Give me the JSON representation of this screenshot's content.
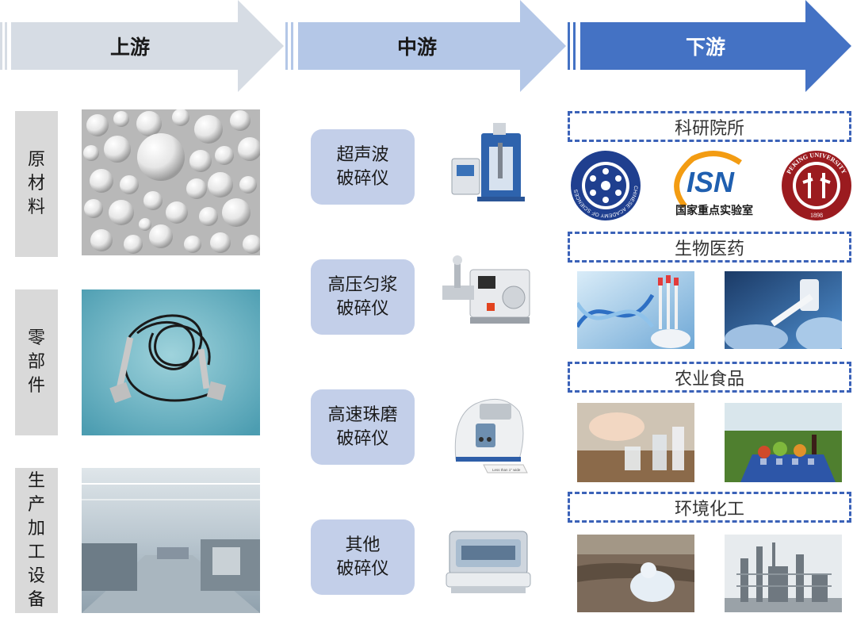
{
  "header": {
    "upstream": "上游",
    "midstream": "中游",
    "downstream": "下游"
  },
  "upstream": {
    "categories": [
      {
        "label_chars": [
          "原",
          "材",
          "料"
        ],
        "image": "ceramic-beads-photo"
      },
      {
        "label_chars": [
          "零",
          "部",
          "件"
        ],
        "image": "ultrasonic-probe-photo"
      },
      {
        "label_chars": [
          "生",
          "产",
          "加",
          "工",
          "设",
          "备"
        ],
        "image": "factory-floor-photo"
      }
    ]
  },
  "midstream": {
    "devices": [
      {
        "line1": "超声波",
        "line2": "破碎仪",
        "image": "ultrasonic-homogenizer-photo"
      },
      {
        "line1": "高压匀浆",
        "line2": "破碎仪",
        "image": "high-pressure-homogenizer-photo"
      },
      {
        "line1": "高速珠磨",
        "line2": "破碎仪",
        "image": "bead-mill-photo"
      },
      {
        "line1": "其他",
        "line2": "破碎仪",
        "image": "other-disruptor-photo"
      }
    ],
    "bead_mill_caption": "Less than 1\" wide"
  },
  "downstream": {
    "sectors": [
      {
        "label": "科研院所"
      },
      {
        "label": "生物医药"
      },
      {
        "label": "农业食品"
      },
      {
        "label": "环境化工"
      }
    ],
    "logos": {
      "cas_ring_text": "CHINESE ACADEMY OF SCIENCES",
      "isn_text": "ISN",
      "isn_caption": "国家重点实验室",
      "pku_ring_text": "PEKING UNIVERSITY",
      "pku_year": "1898"
    }
  },
  "colors": {
    "upstream_arrow": "#d6dce4",
    "midstream_arrow": "#b4c7e7",
    "downstream_arrow": "#4472c4",
    "midstream_box": "#c3cfe9",
    "category_bg": "#d9d9d9",
    "dashed_border": "#3b62b8"
  }
}
